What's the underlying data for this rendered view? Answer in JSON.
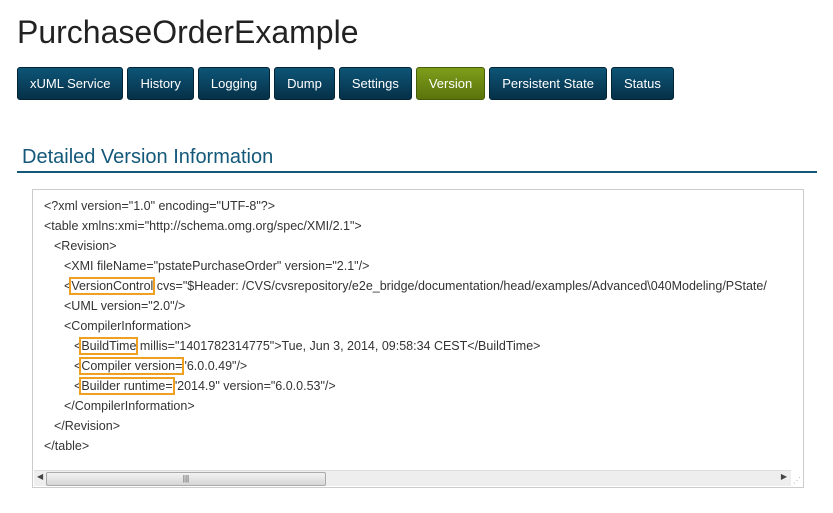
{
  "title": "PurchaseOrderExample",
  "tabs": [
    {
      "label": "xUML Service"
    },
    {
      "label": "History"
    },
    {
      "label": "Logging"
    },
    {
      "label": "Dump"
    },
    {
      "label": "Settings"
    },
    {
      "label": "Version",
      "active": true
    },
    {
      "label": "Persistent State"
    },
    {
      "label": "Status"
    }
  ],
  "section_heading": "Detailed Version Information",
  "colors": {
    "tab": "#0a4563",
    "active_tab": "#6b8a12",
    "heading": "#14587a",
    "highlight": "#f0a020"
  },
  "code_lines": [
    {
      "indent": 0,
      "pre": "",
      "hl": "",
      "post": "<?xml version=\"1.0\" encoding=\"UTF-8\"?>"
    },
    {
      "indent": 0,
      "pre": "",
      "hl": "",
      "post": "<table xmlns:xmi=\"http://schema.omg.org/spec/XMI/2.1\">"
    },
    {
      "indent": 1,
      "pre": "",
      "hl": "",
      "post": "<Revision>"
    },
    {
      "indent": 2,
      "pre": "",
      "hl": "",
      "post": "<XMI fileName=\"pstatePurchaseOrder\" version=\"2.1\"/>"
    },
    {
      "indent": 2,
      "pre": "<",
      "hl": "VersionControl",
      "post": " cvs=\"$Header: /CVS/cvsrepository/e2e_bridge/documentation/head/examples/Advanced\\040Modeling/PState/"
    },
    {
      "indent": 2,
      "pre": "",
      "hl": "",
      "post": "<UML version=\"2.0\"/>"
    },
    {
      "indent": 2,
      "pre": "",
      "hl": "",
      "post": "<CompilerInformation>"
    },
    {
      "indent": 3,
      "pre": "<",
      "hl": "BuildTime",
      "post": " millis=\"1401782314775\">Tue, Jun 3, 2014, 09:58:34 CEST</BuildTime>"
    },
    {
      "indent": 3,
      "pre": "<",
      "hl": "Compiler version=",
      "post": "\"6.0.0.49\"/>"
    },
    {
      "indent": 3,
      "pre": "<",
      "hl": "Builder runtime=",
      "post": "\"2014.9\" version=\"6.0.0.53\"/>"
    },
    {
      "indent": 2,
      "pre": "",
      "hl": "",
      "post": "</CompilerInformation>"
    },
    {
      "indent": 1,
      "pre": "",
      "hl": "",
      "post": "</Revision>"
    },
    {
      "indent": 0,
      "pre": "",
      "hl": "",
      "post": "</table>"
    }
  ],
  "scrollbar": {
    "position_fraction": 0,
    "visible_fraction": 0.37
  }
}
